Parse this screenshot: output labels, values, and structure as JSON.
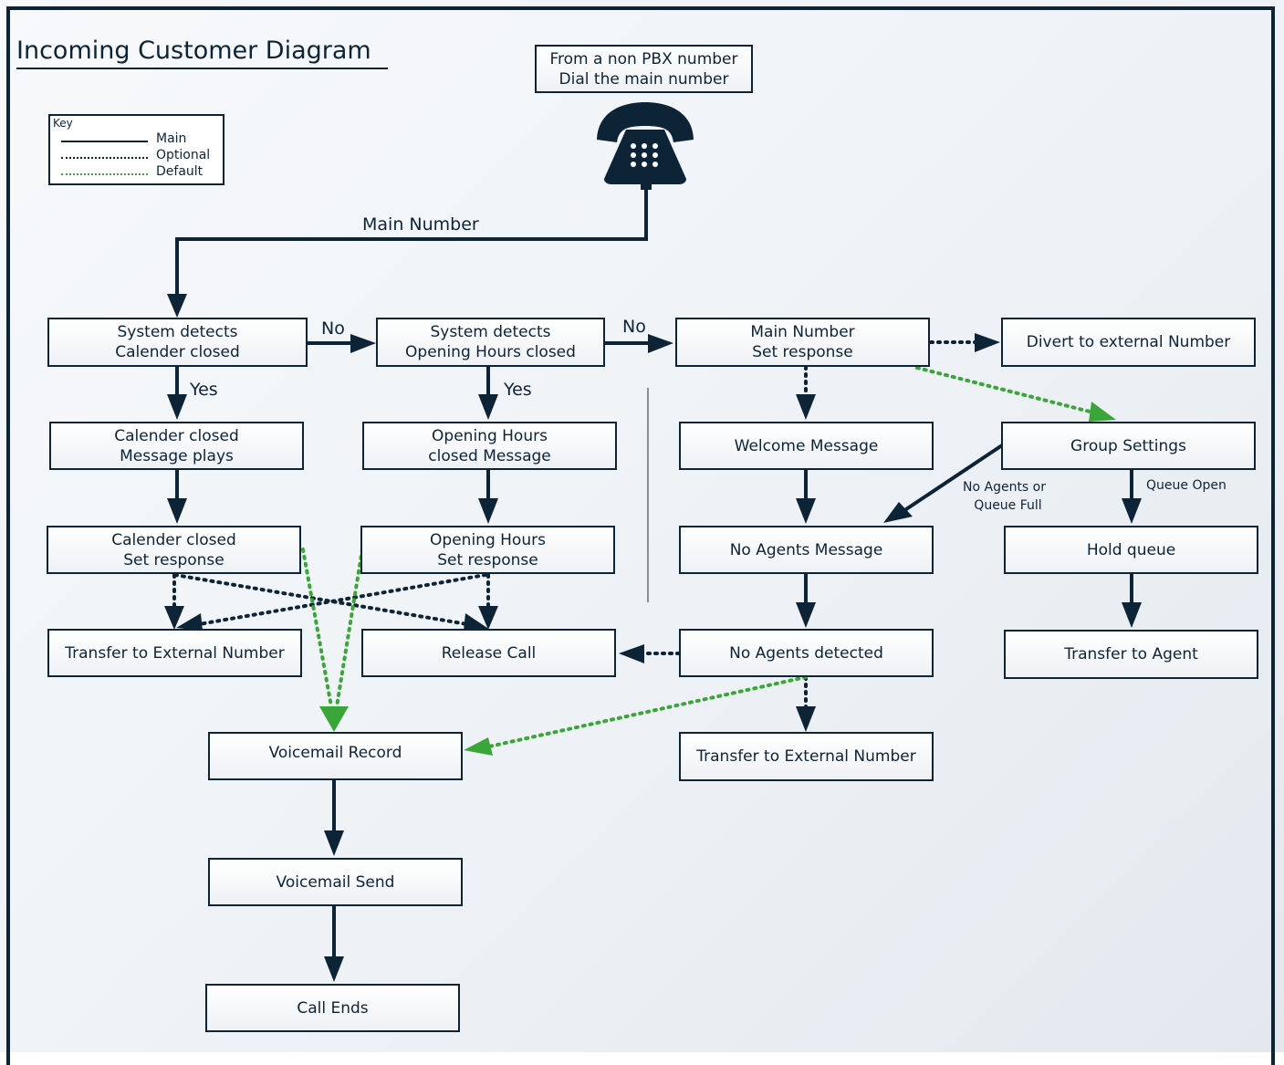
{
  "title": "Incoming Customer Diagram",
  "key": {
    "title": "Key",
    "items": [
      {
        "label": "Main",
        "style": "solid",
        "color": "#0d2437"
      },
      {
        "label": "Optional",
        "style": "dotted",
        "color": "#0d2437"
      },
      {
        "label": "Default",
        "style": "dotted",
        "color": "#3aa63a"
      }
    ]
  },
  "colors": {
    "main": "#0d2437",
    "default": "#3aa63a"
  },
  "phone": {
    "icon": "telephone-icon",
    "line1": "From a non PBX number",
    "line2": "Dial the main number"
  },
  "labels": {
    "main_number": "Main Number",
    "no1": "No",
    "no2": "No",
    "yes1": "Yes",
    "yes2": "Yes",
    "no_agents_queue_full_1": "No Agents or",
    "no_agents_queue_full_2": "Queue Full",
    "queue_open": "Queue Open"
  },
  "nodes": {
    "sys_calendar": {
      "line1": "System detects",
      "line2": "Calender closed"
    },
    "sys_hours": {
      "line1": "System detects",
      "line2": "Opening Hours closed"
    },
    "main_set": {
      "line1": "Main Number",
      "line2": "Set response"
    },
    "divert": {
      "line1": "Divert to external Number"
    },
    "cal_msg": {
      "line1": "Calender closed",
      "line2": "Message plays"
    },
    "hours_msg": {
      "line1": "Opening Hours",
      "line2": "closed Message"
    },
    "welcome": {
      "line1": "Welcome Message"
    },
    "group": {
      "line1": "Group Settings"
    },
    "cal_set": {
      "line1": "Calender closed",
      "line2": "Set response"
    },
    "hours_set": {
      "line1": "Opening Hours",
      "line2": "Set response"
    },
    "no_agents_msg": {
      "line1": "No Agents Message"
    },
    "hold": {
      "line1": "Hold queue"
    },
    "transfer_ext_left": {
      "line1": "Transfer to External Number"
    },
    "release": {
      "line1": "Release Call"
    },
    "no_agents_det": {
      "line1": "No Agents detected"
    },
    "transfer_agent": {
      "line1": "Transfer to Agent"
    },
    "vm_record": {
      "line1": "Voicemail Record"
    },
    "transfer_ext_right": {
      "line1": "Transfer to External Number"
    },
    "vm_send": {
      "line1": "Voicemail Send"
    },
    "call_ends": {
      "line1": "Call Ends"
    }
  }
}
